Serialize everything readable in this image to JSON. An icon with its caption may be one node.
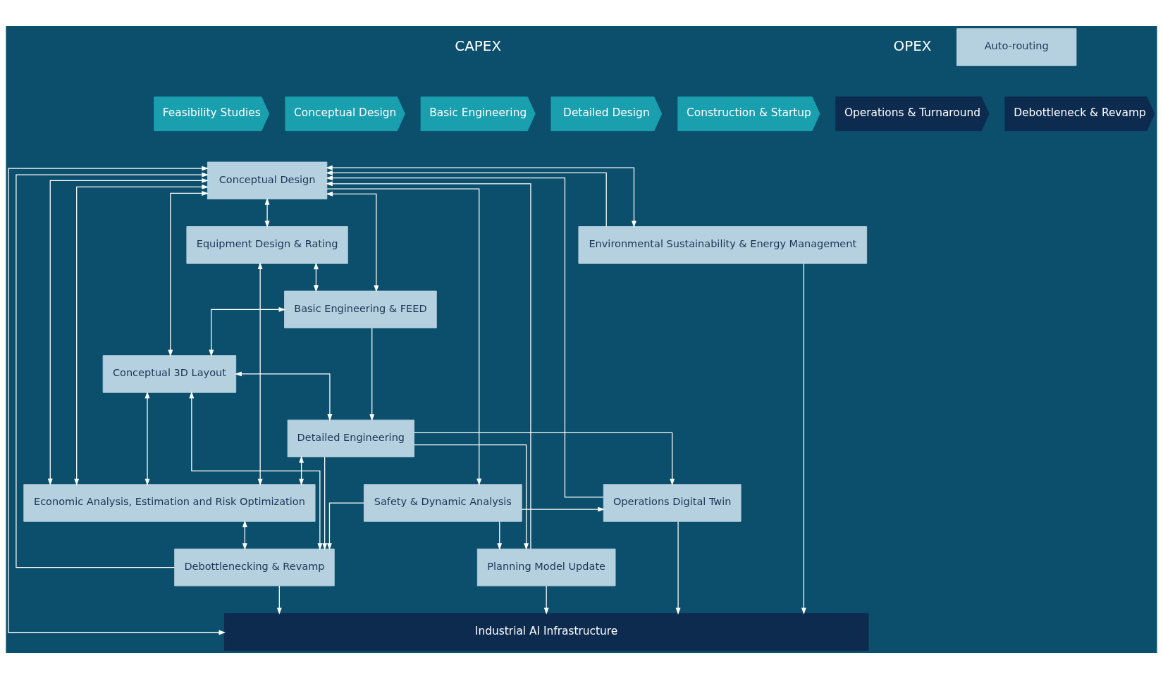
{
  "diagram": {
    "nodes": [
      {
        "text": [
          "Feasibility Studies"
        ]
      },
      {
        "text": [
          "Conceptual Design"
        ]
      },
      {
        "text": [
          "Basic Engineering"
        ]
      },
      {
        "text": [
          "Detailed Design"
        ]
      },
      {
        "text": [
          "Construction & Startup"
        ]
      },
      {
        "text": [
          "Operations & Turnaround"
        ]
      },
      {
        "text": [
          "Debottleneck & Revamp"
        ]
      },
      {
        "text": [
          "Conceptual Design"
        ]
      },
      {
        "text": [
          "Safety & Dynamic Analysis"
        ]
      },
      {
        "text": [
          "Equipment Design & Rating"
        ]
      },
      {
        "text": [
          "Basic Engineering & FEED"
        ]
      },
      {
        "text": [
          "Detailed Engineering"
        ]
      },
      {
        "text": [
          "Auto-routing"
        ]
      },
      {
        "text": [
          "Conceptual 3D Layout"
        ]
      },
      {
        "text": [
          "Operations Digital Twin"
        ]
      },
      {
        "text": [
          "Planning Model Update"
        ]
      },
      {
        "text": [
          "Debottlenecking & Revamp"
        ]
      },
      {
        "text": [
          "Economic Analysis, Estimation and Risk Optimization"
        ]
      },
      {
        "text": [
          "Environmental Sustainability & Energy Management"
        ]
      },
      {
        "text": [
          "Industrial AI Infrastructure"
        ]
      }
    ],
    "edges": [
      {
        "from": 7,
        "to": 8,
        "arrow": "to"
      },
      {
        "from": 7,
        "to": 9,
        "arrow": "both"
      },
      {
        "from": 7,
        "to": 10,
        "arrow": "both"
      },
      {
        "from": 7,
        "to": 13,
        "arrow": "both"
      },
      {
        "from": 7,
        "to": 17,
        "arrow": "both"
      },
      {
        "from": 7,
        "to": 17,
        "arrow": "both"
      },
      {
        "from": 7,
        "to": 18,
        "arrow": "both"
      },
      {
        "from": 7,
        "to": 19,
        "arrow": "both"
      },
      {
        "from": 9,
        "to": 10,
        "arrow": "both"
      },
      {
        "from": 9,
        "to": 17,
        "arrow": "both"
      },
      {
        "from": 10,
        "to": 11,
        "arrow": "to"
      },
      {
        "from": 10,
        "to": 13,
        "arrow": "both"
      },
      {
        "from": 13,
        "to": 11,
        "arrow": "both"
      },
      {
        "from": 11,
        "to": 17,
        "arrow": "both"
      },
      {
        "from": 13,
        "to": 17,
        "arrow": "both"
      },
      {
        "from": 8,
        "to": 14,
        "arrow": "to"
      },
      {
        "from": 8,
        "to": 15,
        "arrow": "to"
      },
      {
        "from": 8,
        "to": 16,
        "arrow": "to"
      },
      {
        "from": 11,
        "to": 14,
        "arrow": "to"
      },
      {
        "from": 11,
        "to": 15,
        "arrow": "to"
      },
      {
        "from": 11,
        "to": 16,
        "arrow": "to"
      },
      {
        "from": 13,
        "to": 16,
        "arrow": "both"
      },
      {
        "from": 17,
        "to": 16,
        "arrow": "both"
      },
      {
        "from": 14,
        "to": 7,
        "arrow": "to"
      },
      {
        "from": 15,
        "to": 7,
        "arrow": "to"
      },
      {
        "from": 16,
        "to": 7,
        "arrow": "to"
      },
      {
        "from": 18,
        "to": 7,
        "arrow": "to"
      },
      {
        "from": 14,
        "to": 19,
        "arrow": "to"
      },
      {
        "from": 15,
        "to": 19,
        "arrow": "to"
      },
      {
        "from": 16,
        "to": 19,
        "arrow": "to"
      },
      {
        "from": 18,
        "to": 19,
        "arrow": "to"
      }
    ],
    "labels": [
      "CAPEX",
      "OPEX"
    ]
  }
}
